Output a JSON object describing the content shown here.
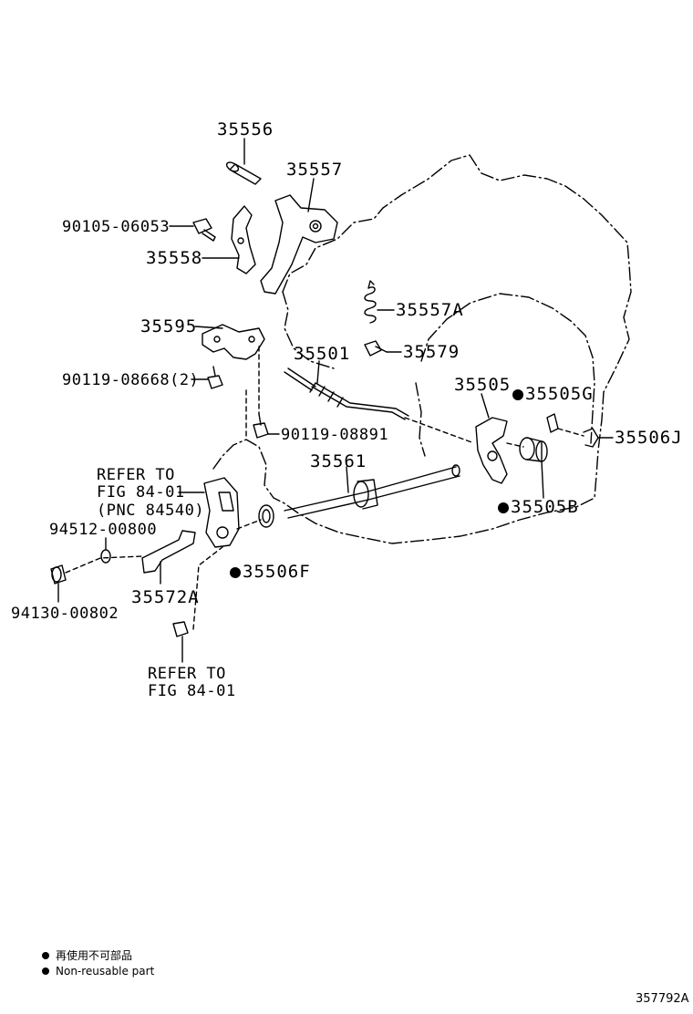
{
  "labels": {
    "p35556": "35556",
    "p35557": "35557",
    "p90105": "90105-06053",
    "p35558": "35558",
    "p35557A": "35557A",
    "p35595": "35595",
    "p35501": "35501",
    "p35579": "35579",
    "p90119_08668": "90119-08668(2)",
    "p35505": "35505",
    "p35505G": "35505G",
    "p90119_08891": "90119-08891",
    "p35506J": "35506J",
    "refer1_l1": "REFER TO",
    "refer1_l2": "FIG 84-01",
    "refer1_l3": "(PNC 84540)",
    "p35561": "35561",
    "p35505B": "35505B",
    "p94512": "94512-00800",
    "p35506F": "35506F",
    "p35572A": "35572A",
    "p94130": "94130-00802",
    "refer2_l1": "REFER TO",
    "refer2_l2": "FIG 84-01"
  },
  "legend": {
    "line1": "再使用不可部品",
    "line2": "Non-reusable part"
  },
  "figure_number": "357792A"
}
